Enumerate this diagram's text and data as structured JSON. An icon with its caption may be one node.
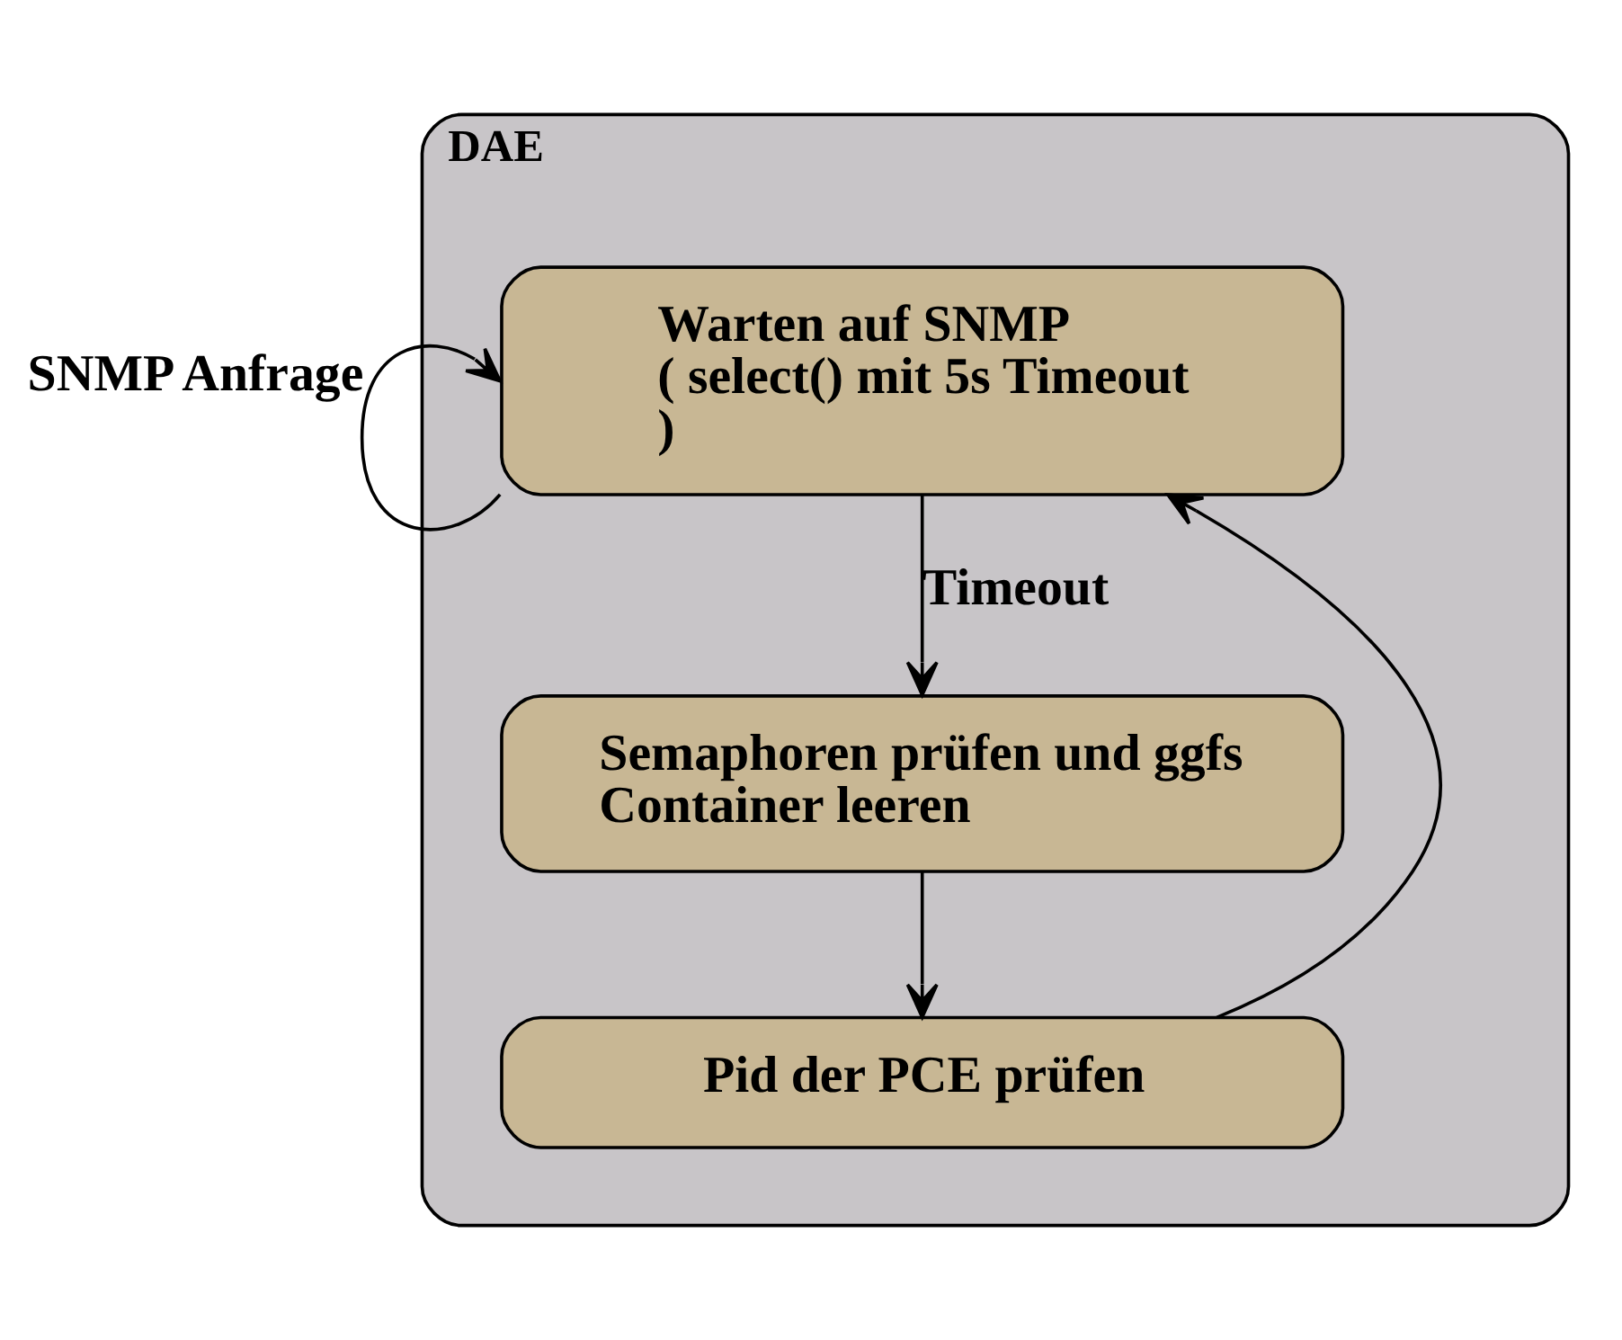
{
  "diagram": {
    "nodes": [
      {
        "text": [
          "DAE"
        ]
      },
      {
        "text": [
          "Warten auf SNMP",
          "( select() mit 5s Timeout )"
        ],
        "in": 0
      },
      {
        "text": [
          "Semaphoren prüfen und ggfs Container leeren"
        ],
        "in": 0
      },
      {
        "text": [
          "Pid der PCE prüfen"
        ],
        "in": 0
      }
    ],
    "edges": [
      {
        "from": 1,
        "to": 2,
        "arrow": "to",
        "label": "Timeout"
      },
      {
        "from": 2,
        "to": 3,
        "arrow": "to"
      },
      {
        "from": 3,
        "to": 1,
        "arrow": "to"
      },
      {
        "from": 1,
        "to": 1,
        "arrow": "to",
        "label": "SNMP Anfrage"
      }
    ]
  }
}
